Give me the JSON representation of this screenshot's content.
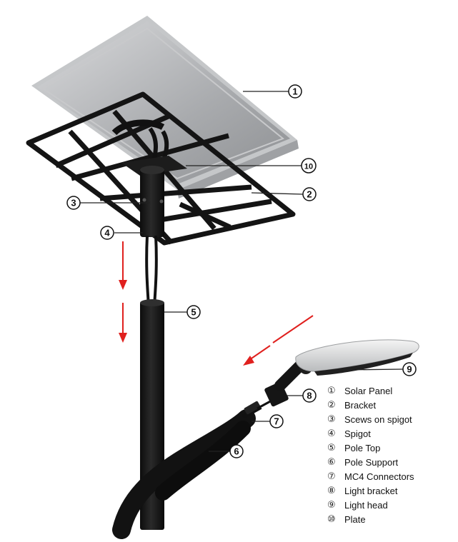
{
  "callouts": [
    {
      "id": "1",
      "label": "1"
    },
    {
      "id": "2",
      "label": "2"
    },
    {
      "id": "3",
      "label": "3"
    },
    {
      "id": "4",
      "label": "4"
    },
    {
      "id": "5",
      "label": "5"
    },
    {
      "id": "6",
      "label": "6"
    },
    {
      "id": "7",
      "label": "7"
    },
    {
      "id": "8",
      "label": "8"
    },
    {
      "id": "9",
      "label": "9"
    },
    {
      "id": "10",
      "label": "10"
    }
  ],
  "legend": [
    {
      "mark": "①",
      "text": "Solar Panel"
    },
    {
      "mark": "②",
      "text": "Bracket"
    },
    {
      "mark": "③",
      "text": "Scews on spigot"
    },
    {
      "mark": "④",
      "text": "Spigot"
    },
    {
      "mark": "⑤",
      "text": "Pole Top"
    },
    {
      "mark": "⑥",
      "text": "Pole Support"
    },
    {
      "mark": "⑦",
      "text": "MC4 Connectors"
    },
    {
      "mark": "⑧",
      "text": "Light bracket"
    },
    {
      "mark": "⑨",
      "text": "Light head"
    },
    {
      "mark": "⑩",
      "text": "Plate"
    }
  ],
  "colors": {
    "panel_frame": "#c9cbcd",
    "panel_surface": "#9a9c9f",
    "metal": "#1a1a1a",
    "arrow": "#e0201e",
    "light_head": "#e6e6e6"
  }
}
